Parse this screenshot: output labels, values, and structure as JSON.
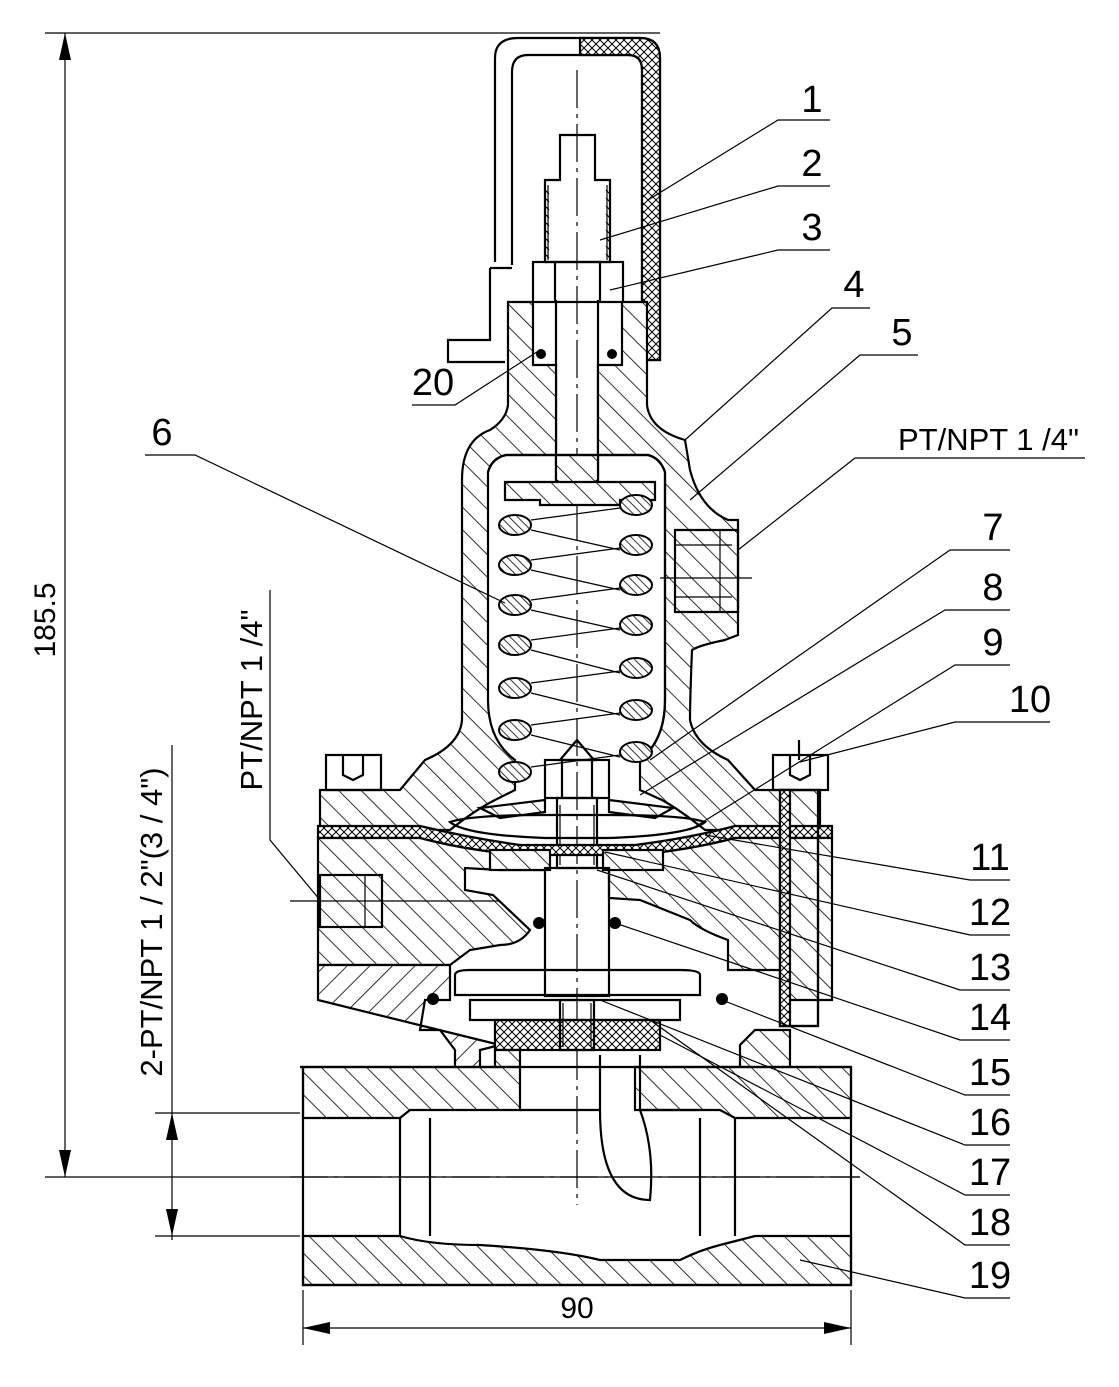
{
  "part_numbers": [
    "1",
    "2",
    "3",
    "4",
    "5",
    "6",
    "7",
    "8",
    "9",
    "10",
    "11",
    "12",
    "13",
    "14",
    "15",
    "16",
    "17",
    "18",
    "19",
    "20"
  ],
  "dimensions": {
    "height": "185.5",
    "width": "90",
    "inlet_outlet": "2-PT/NPT 1 / 2\"(3 / 4\")"
  },
  "ports": {
    "bonnet_port": "PT/NPT 1 /4\"",
    "body_port": "PT/NPT 1 /4\""
  }
}
